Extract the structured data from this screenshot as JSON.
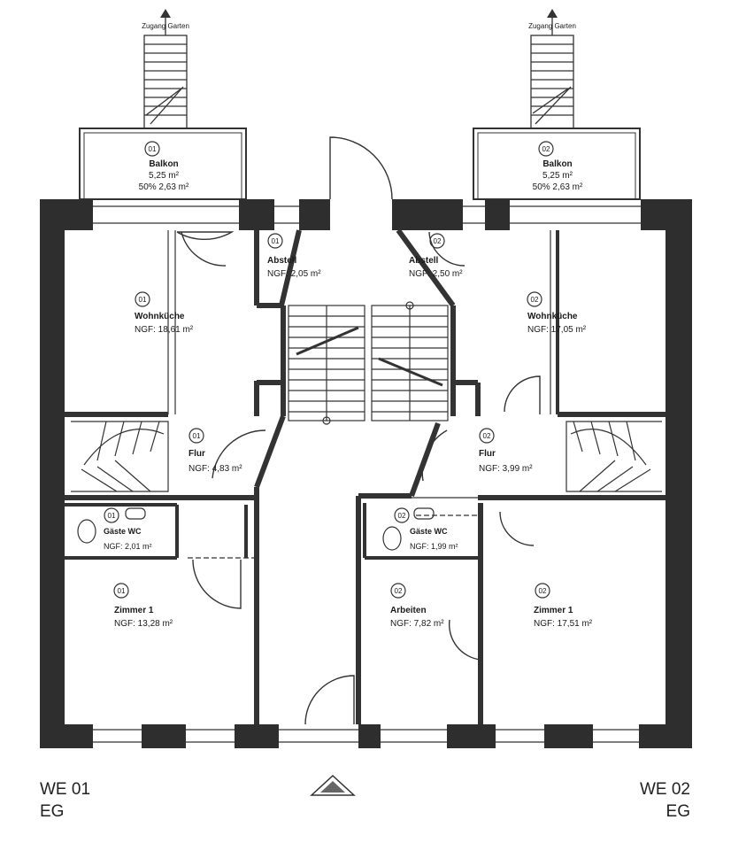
{
  "stairs_label_left": "Zugang Garten",
  "stairs_label_right": "Zugang Garten",
  "rooms": {
    "balkon_01": {
      "num": "01",
      "name": "Balkon",
      "area": "5,25 m²",
      "share": "50% 2,63 m²"
    },
    "balkon_02": {
      "num": "02",
      "name": "Balkon",
      "area": "5,25 m²",
      "share": "50% 2,63 m²"
    },
    "abstell_01": {
      "num": "01",
      "name": "Abstell",
      "area": "NGF: 2,05 m²"
    },
    "abstell_02": {
      "num": "02",
      "name": "Abstell",
      "area": "NGF: 2,50 m²"
    },
    "wohnkueche_01": {
      "num": "01",
      "name": "Wohnküche",
      "area": "NGF: 18,61 m²"
    },
    "wohnkueche_02": {
      "num": "02",
      "name": "Wohnküche",
      "area": "NGF: 17,05 m²"
    },
    "flur_01": {
      "num": "01",
      "name": "Flur",
      "area": "NGF: 4,83 m²"
    },
    "flur_02": {
      "num": "02",
      "name": "Flur",
      "area": "NGF: 3,99 m²"
    },
    "gaestewc_01": {
      "num": "01",
      "name": "Gäste WC",
      "area": "NGF: 2,01 m²"
    },
    "gaestewc_02": {
      "num": "02",
      "name": "Gäste WC",
      "area": "NGF: 1,99 m²"
    },
    "zimmer1_01": {
      "num": "01",
      "name": "Zimmer 1",
      "area": "NGF: 13,28 m²"
    },
    "arbeiten_02": {
      "num": "02",
      "name": "Arbeiten",
      "area": "NGF: 7,82 m²"
    },
    "zimmer1_02": {
      "num": "02",
      "name": "Zimmer 1",
      "area": "NGF: 17,51 m²"
    }
  },
  "footer": {
    "left_unit": "WE 01",
    "left_floor": "EG",
    "right_unit": "WE 02",
    "right_floor": "EG"
  },
  "colors": {
    "wall": "#2e2e2e",
    "line": "#333333",
    "paper": "#ffffff"
  }
}
